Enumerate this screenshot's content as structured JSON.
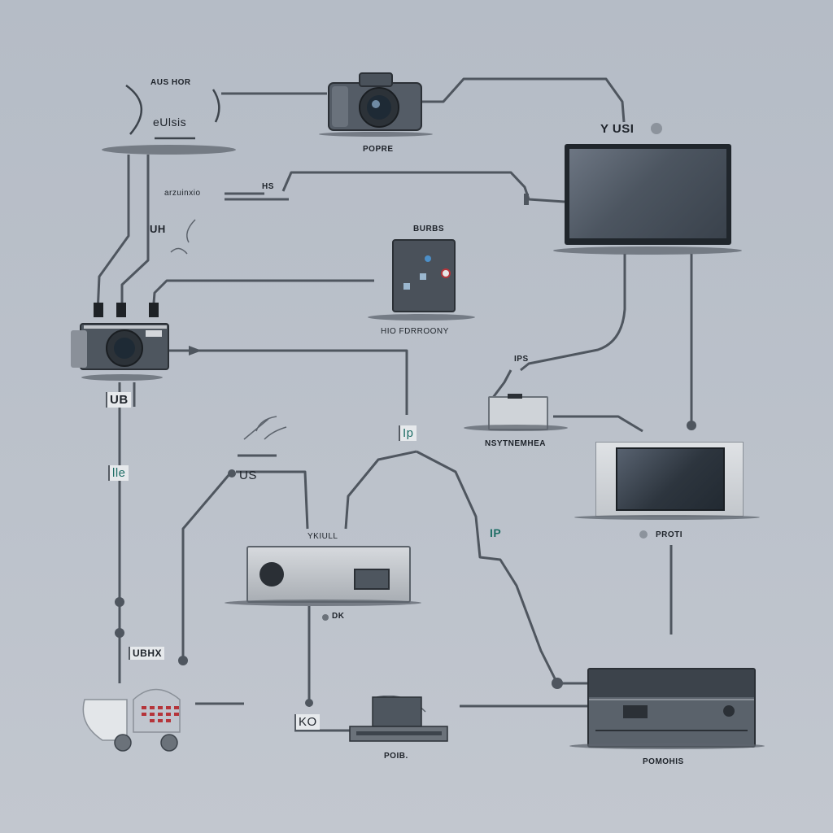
{
  "diagram": {
    "type": "device-connection-diagram",
    "colors": {
      "background": "#b8bfc8",
      "wire": "#4f565f",
      "device_dark": "#3c434b",
      "device_silver": "#c9cdd2",
      "label_text": "#1e232a",
      "accent_teal": "#1f6e66",
      "accent_red": "#b5343a"
    },
    "nodes": [
      {
        "id": "label-cluster",
        "lines": [
          "AUS HOR",
          "eUlsis"
        ]
      },
      {
        "id": "dslr-camera",
        "label": "POPRE"
      },
      {
        "id": "tv-large",
        "label": "Y USI"
      },
      {
        "id": "router-box",
        "label": "BURBS",
        "caption": "HIO FDRROONY"
      },
      {
        "id": "projector",
        "label": "UB"
      },
      {
        "id": "adapter",
        "label": "IPS",
        "caption": "NSYTNEMHEA"
      },
      {
        "id": "monitor",
        "label": "PROTI"
      },
      {
        "id": "receiver",
        "label": "YKIULL",
        "caption": "DK"
      },
      {
        "id": "scanner",
        "label": "POIB."
      },
      {
        "id": "recorder",
        "label": "POMOHIS"
      },
      {
        "id": "robot-device",
        "label": "UBHX"
      }
    ],
    "edge_labels": [
      {
        "text": "arzuinxio"
      },
      {
        "text": "HS"
      },
      {
        "text": "UH"
      },
      {
        "text": "lle"
      },
      {
        "text": "Ip"
      },
      {
        "text": "US"
      },
      {
        "text": "IP"
      },
      {
        "text": "KO"
      }
    ]
  }
}
